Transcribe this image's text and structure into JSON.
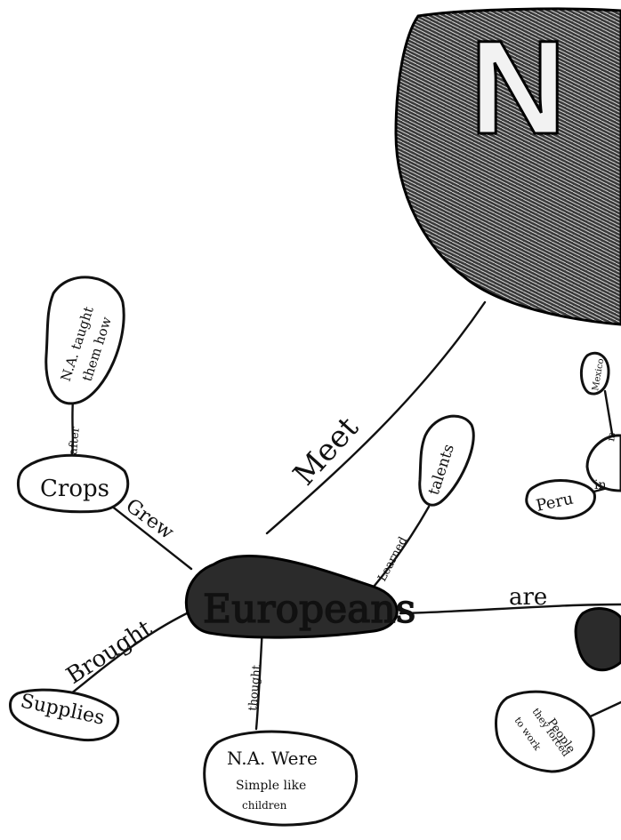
{
  "diagram": {
    "center_label": "Europeans",
    "title_letters": "N",
    "nodes": {
      "crops": "Crops",
      "na_taught": [
        "N.A. taught",
        "them how"
      ],
      "supplies": "Supplies",
      "na_were": [
        "N.A. Were",
        "Simple like",
        "children"
      ],
      "talents": "talents",
      "peru": "Peru",
      "people": [
        "People",
        "they forced",
        "to work"
      ],
      "partial_node_right": "in",
      "partial_node_top": "Mexico"
    },
    "edges": {
      "meet": "Meet",
      "grew": "Grew",
      "after": "after",
      "brought": "Brought",
      "thought": "thought",
      "learned": "Learned",
      "are": "are",
      "in": "in",
      "is": "is"
    }
  }
}
